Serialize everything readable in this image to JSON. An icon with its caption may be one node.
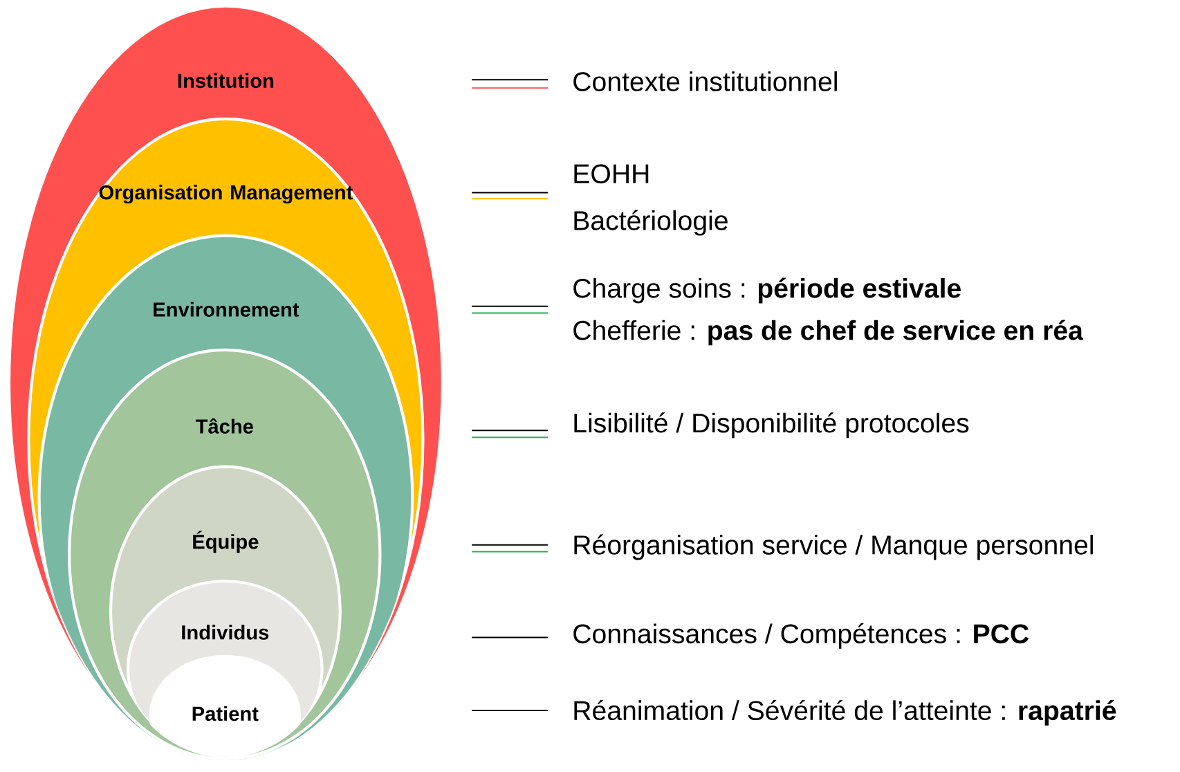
{
  "diagram": {
    "nodes": [
      {
        "text": [
          "Institution"
        ]
      },
      {
        "text": [
          "Organisation Management"
        ],
        "in": 0
      },
      {
        "text": [
          "Environnement"
        ],
        "in": 1
      },
      {
        "text": [
          "Tâche"
        ],
        "in": 2
      },
      {
        "text": [
          "Équipe"
        ],
        "in": 3
      },
      {
        "text": [
          "Individus"
        ],
        "in": 4
      },
      {
        "text": [
          "Patient"
        ],
        "in": 5
      }
    ],
    "labels": [
      "Contexte institutionnel",
      "EOHH",
      "Bactériologie",
      "Charge soins : **période estivale**",
      "Chefferie : **pas de chef de service en réa**",
      "Lisibilité / Disponibilité protocoles",
      "Réorganisation service / Manque personnel",
      "Connaissances / Compétences : **PCC**",
      "Réanimation / Sévérité de l’atteinte : **rapatrié**"
    ]
  }
}
